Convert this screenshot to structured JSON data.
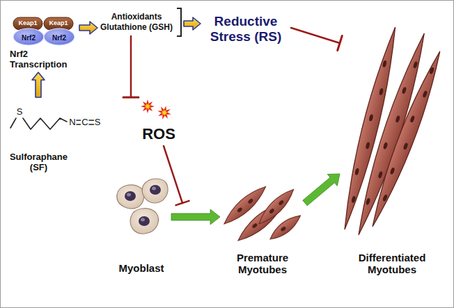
{
  "diagram": {
    "nodes": [
      {
        "text": [
          "Nrf2 Transcription"
        ]
      },
      {
        "text": [
          "Keap1"
        ],
        "in": 0
      },
      {
        "text": [
          "Keap1"
        ],
        "in": 0
      },
      {
        "text": [
          "Nrf2"
        ],
        "in": 0
      },
      {
        "text": [
          "Nrf2"
        ],
        "in": 0
      },
      {
        "text": [
          "Antioxidants Glutathione (GSH)"
        ]
      },
      {
        "text": [
          "Reductive Stress (RS)"
        ]
      },
      {
        "text": [
          "ROS"
        ]
      },
      {
        "text": [
          "Sulforaphane (SF)"
        ]
      },
      {
        "text": [
          "Myoblast"
        ]
      },
      {
        "text": [
          "Premature Myotubes"
        ]
      },
      {
        "text": [
          "Differentiated Myotubes"
        ]
      }
    ],
    "edges": [
      {
        "from": 8,
        "to": 0,
        "arrow": "to"
      },
      {
        "from": 0,
        "to": 5,
        "arrow": "to"
      },
      {
        "from": 5,
        "to": 6,
        "arrow": "to"
      },
      {
        "from": 6,
        "to": 11,
        "arrow": "to"
      },
      {
        "from": 5,
        "to": 7,
        "arrow": "to"
      },
      {
        "from": 9,
        "to": 10,
        "arrow": "to"
      },
      {
        "from": 10,
        "to": 11,
        "arrow": "to"
      }
    ],
    "labels": [
      "S",
      "N",
      "C",
      "S"
    ]
  }
}
